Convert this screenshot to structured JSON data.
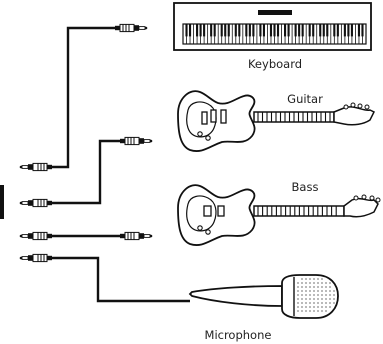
{
  "colors": {
    "ink": "#111111",
    "paper": "#ffffff",
    "label": "#222222"
  },
  "instruments": {
    "keyboard": {
      "label": "Keyboard",
      "icon": "keyboard-icon"
    },
    "guitar": {
      "label": "Guitar",
      "icon": "electric-guitar-icon"
    },
    "bass": {
      "label": "Bass",
      "icon": "bass-guitar-icon"
    },
    "microphone": {
      "label": "Microphone",
      "icon": "microphone-icon"
    }
  },
  "connectors": {
    "icon": "quarter-inch-jack-plug-icon"
  }
}
